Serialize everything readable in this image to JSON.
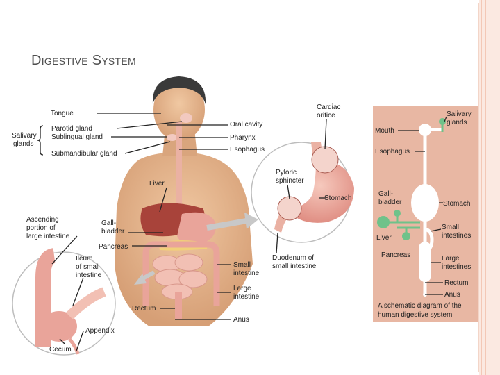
{
  "slide": {
    "title": "Digestive System"
  },
  "labels": {
    "tongue": "Tongue",
    "salivary1": "Salivary",
    "salivary2": "glands",
    "parotid": "Parotid gland",
    "sublingual": "Sublingual gland",
    "submandibular": "Submandibular gland",
    "oral_cavity": "Oral cavity",
    "pharynx": "Pharynx",
    "esophagus": "Esophagus",
    "liver": "Liver",
    "gall1": "Gall-",
    "gall2": "bladder",
    "pancreas": "Pancreas",
    "ascending1": "Ascending",
    "ascending2": "portion of",
    "ascending3": "large intestine",
    "ileum1": "Ileum",
    "ileum2": "of small",
    "ileum3": "intestine",
    "small1": "Small",
    "small2": "intestine",
    "large1": "Large",
    "large2": "intestine",
    "rectum": "Rectum",
    "anus": "Anus",
    "appendix": "Appendix",
    "cecum": "Cecum",
    "cardiac1": "Cardiac",
    "cardiac2": "orifice",
    "pyloric1": "Pyloric",
    "pyloric2": "sphincter",
    "stomach": "Stomach",
    "duodenum1": "Duodenum of",
    "duodenum2": "small intestine"
  },
  "schematic": {
    "salivary1": "Salivary",
    "salivary2": "glands",
    "mouth": "Mouth",
    "esophagus": "Esophagus",
    "gall1": "Gall-",
    "gall2": "bladder",
    "stomach": "Stomach",
    "small1": "Small",
    "small2": "intestines",
    "liver": "Liver",
    "pancreas": "Pancreas",
    "large1": "Large",
    "large2": "intestines",
    "rectum": "Rectum",
    "anus": "Anus",
    "caption1": "A schematic diagram of the",
    "caption2": "human digestive system"
  },
  "colors": {
    "schematic_bg": "#e8b7a3",
    "gland_green": "#6fc28a",
    "skin": "#e3b48c",
    "hair": "#3a3a3a",
    "stomach": "#e9a49a",
    "intestine": "#f2c0b4",
    "liver": "#a8433a"
  }
}
